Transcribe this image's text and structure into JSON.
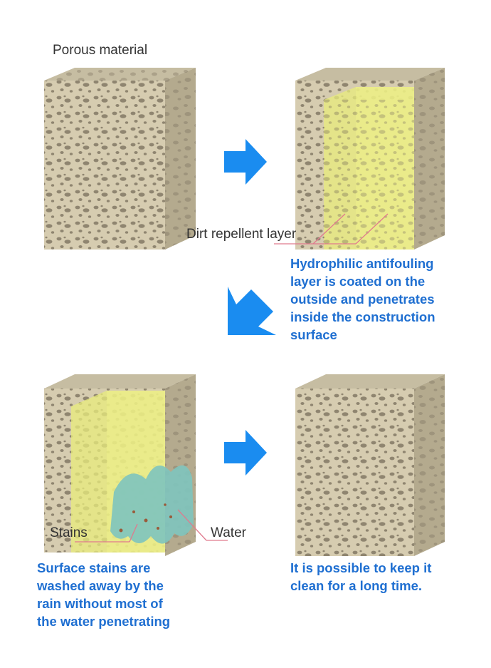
{
  "labels": {
    "porous_material": "Porous material",
    "dirt_repellent_layer": "Dirt repellent layer",
    "stains": "Stains",
    "water": "Water"
  },
  "captions": {
    "step2": [
      "Hydrophilic antifouling",
      "layer is coated on the",
      "outside and penetrates",
      "inside the construction",
      "surface"
    ],
    "step3": [
      "Surface stains are",
      "washed away by the",
      "rain without most of",
      "the water penetrating"
    ],
    "step4": [
      "It is possible to keep it",
      "clean for a long time."
    ]
  },
  "colors": {
    "stone_light": "#d6ccb0",
    "stone_side": "#b4aa8e",
    "stone_top": "#c6bda2",
    "pore": "#8f8570",
    "coating": "#e8ec7c",
    "water": "#7ec4be",
    "arrow": "#1a8cf0",
    "caption_blue": "#1f6fd1",
    "pointer_line": "#e07a8e"
  },
  "icons": [
    "arrow-right-icon",
    "arrow-down-left-icon"
  ]
}
